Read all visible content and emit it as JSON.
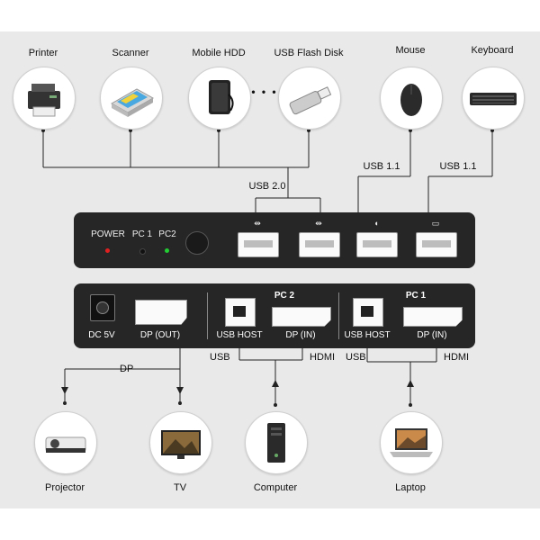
{
  "top_devices": {
    "printer": "Printer",
    "scanner": "Scanner",
    "mobile_hdd": "Mobile HDD",
    "usb_flash_disk": "USB Flash Disk",
    "mouse": "Mouse",
    "keyboard": "Keyboard",
    "ellipsis": "• • •"
  },
  "bus_labels": {
    "usb20": "USB 2.0",
    "usb11_mouse": "USB 1.1",
    "usb11_keyboard": "USB 1.1"
  },
  "front_panel": {
    "power": "POWER",
    "pc1": "PC 1",
    "pc2": "PC2"
  },
  "back_panel": {
    "dc_label": "DC 5V",
    "dp_out": "DP (OUT)",
    "pc2_title": "PC 2",
    "pc2_usb": "USB HOST",
    "pc2_dp": "DP (IN)",
    "pc1_title": "PC 1",
    "pc1_usb": "USB HOST",
    "pc1_dp": "DP (IN)"
  },
  "connection_labels": {
    "dp": "DP",
    "usb_pc2": "USB",
    "hdmi_pc2": "HDMI",
    "usb_pc1": "USB",
    "hdmi_pc1": "HDMI"
  },
  "bottom_devices": {
    "projector": "Projector",
    "tv": "TV",
    "computer": "Computer",
    "laptop": "Laptop"
  },
  "colors": {
    "background": "#e9e9e9",
    "device_body": "#2a2a2a",
    "led_red": "#e02020",
    "led_green": "#22cc33"
  }
}
